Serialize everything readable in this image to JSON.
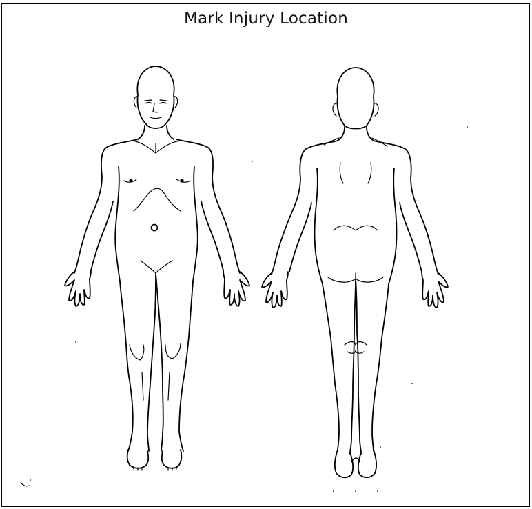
{
  "diagram": {
    "title": "Mark Injury Location",
    "figures": [
      {
        "view": "front",
        "icon": "human-body-front"
      },
      {
        "view": "back",
        "icon": "human-body-back"
      }
    ]
  }
}
